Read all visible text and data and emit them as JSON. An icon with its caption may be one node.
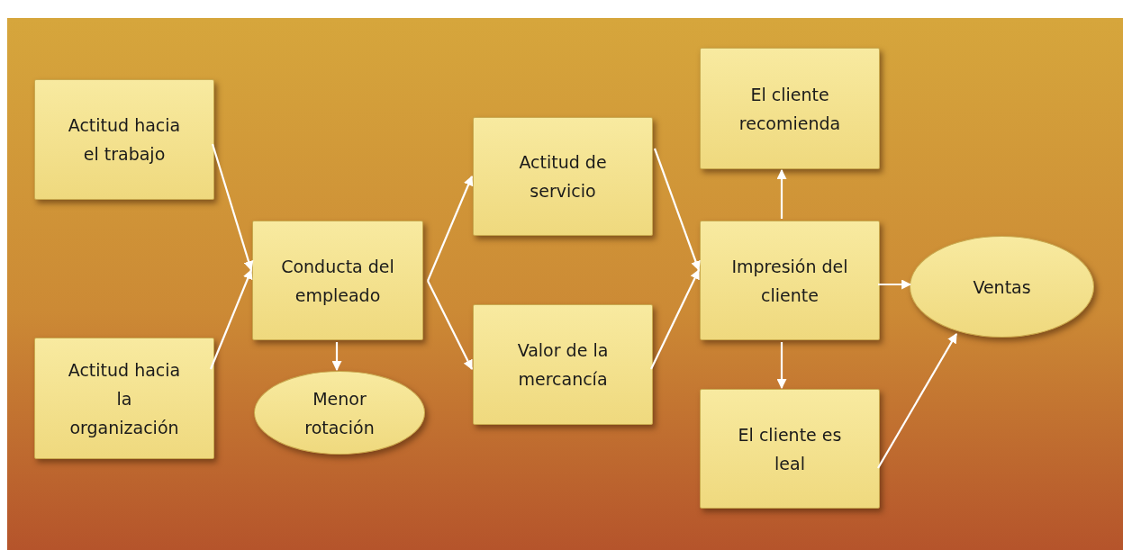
{
  "diagram": {
    "nodes": [
      {
        "text": [
          "Actitud hacia el trabajo"
        ]
      },
      {
        "text": [
          "Actitud hacia la organización"
        ]
      },
      {
        "text": [
          "Conducta del empleado"
        ]
      },
      {
        "text": [
          "Menor rotación"
        ]
      },
      {
        "text": [
          "Actitud de servicio"
        ]
      },
      {
        "text": [
          "Valor de la mercancía"
        ]
      },
      {
        "text": [
          "El cliente recomienda"
        ]
      },
      {
        "text": [
          "Impresión del cliente"
        ]
      },
      {
        "text": [
          "Ventas"
        ]
      },
      {
        "text": [
          "El cliente es leal"
        ]
      }
    ],
    "edges": [
      {
        "from": 0,
        "to": 2,
        "arrow": "to"
      },
      {
        "from": 1,
        "to": 2,
        "arrow": "to"
      },
      {
        "from": 2,
        "to": 3,
        "arrow": "to"
      },
      {
        "from": 2,
        "to": 4,
        "arrow": "to"
      },
      {
        "from": 2,
        "to": 5,
        "arrow": "to"
      },
      {
        "from": 4,
        "to": 7,
        "arrow": "to"
      },
      {
        "from": 5,
        "to": 7,
        "arrow": "to"
      },
      {
        "from": 7,
        "to": 6,
        "arrow": "to"
      },
      {
        "from": 7,
        "to": 8,
        "arrow": "to"
      },
      {
        "from": 7,
        "to": 9,
        "arrow": "to"
      },
      {
        "from": 9,
        "to": 8,
        "arrow": "to"
      }
    ]
  }
}
